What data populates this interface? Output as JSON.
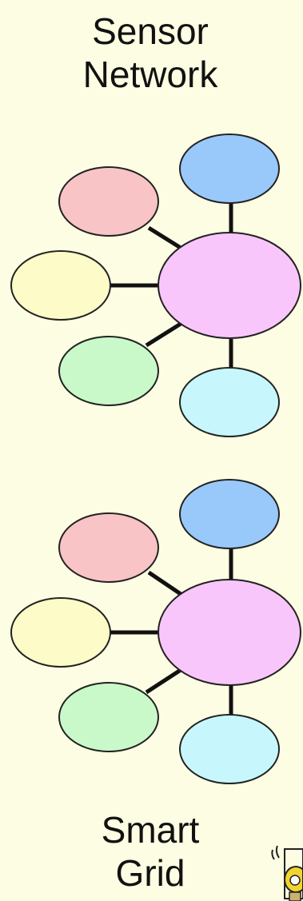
{
  "top_label": {
    "line1": "Sensor",
    "line2": "Network"
  },
  "bottom_label": {
    "line1": "Smart",
    "line2": "Grid"
  },
  "colors": {
    "background": "#fdfde3",
    "hub": "#f9c6fb",
    "blue": "#99c9fb",
    "pink": "#f9c4c6",
    "yellow": "#fdfbc7",
    "green": "#c9f9c9",
    "cyan": "#c7f7fd",
    "outline": "#222222"
  },
  "icons": [
    "lightbulb-icon"
  ]
}
